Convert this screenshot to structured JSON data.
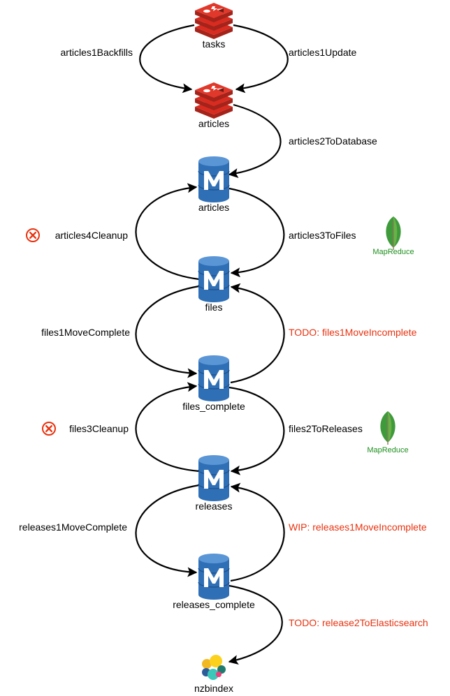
{
  "nodes": {
    "tasks": "tasks",
    "articles_redis": "articles",
    "articles_mongo": "articles",
    "files": "files",
    "files_complete": "files_complete",
    "releases": "releases",
    "releases_complete": "releases_complete",
    "nzbindex": "nzbindex"
  },
  "edges": {
    "articles1Backfills": "articles1Backfills",
    "articles1Update": "articles1Update",
    "articles2ToDatabase": "articles2ToDatabase",
    "articles4Cleanup": "articles4Cleanup",
    "articles3ToFiles": "articles3ToFiles",
    "files1MoveComplete": "files1MoveComplete",
    "files1MoveIncomplete": "TODO: files1MoveIncomplete",
    "files3Cleanup": "files3Cleanup",
    "files2ToReleases": "files2ToReleases",
    "releases1MoveComplete": "releases1MoveComplete",
    "releases1MoveIncomplete": "WIP: releases1MoveIncomplete",
    "release2ToElasticsearch": "TODO: release2ToElasticsearch"
  },
  "badges": {
    "mapreduce_1": "MapReduce",
    "mapreduce_2": "MapReduce"
  },
  "icons": {
    "redis": "redis-icon",
    "mongo": "mongodb-database-icon",
    "mongo_leaf": "mongodb-leaf-icon",
    "cancel": "cancel-icon",
    "elasticsearch": "elasticsearch-icon"
  },
  "colors": {
    "redis": "#d82c20",
    "mongo_db": "#2f6fb5",
    "todo": "#e8320f",
    "mapreduce": "#1f8f1f"
  }
}
